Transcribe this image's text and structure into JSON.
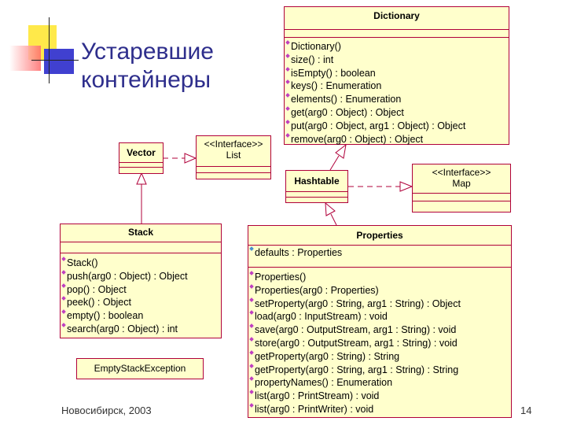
{
  "title": {
    "line1": "Устаревшие",
    "line2": "контейнеры"
  },
  "footer": {
    "city": "Новосибирск, 2003",
    "page": "14"
  },
  "classes": {
    "dictionary": {
      "name": "Dictionary",
      "ops": [
        "Dictionary()",
        "size() : int",
        "isEmpty() : boolean",
        "keys() : Enumeration",
        "elements() : Enumeration",
        "get(arg0 : Object) : Object",
        "put(arg0 : Object, arg1 : Object) : Object",
        "remove(arg0 : Object) : Object"
      ]
    },
    "vector": {
      "name": "Vector"
    },
    "list": {
      "stereotype": "<<Interface>>",
      "name": "List"
    },
    "hashtable": {
      "name": "Hashtable"
    },
    "map": {
      "stereotype": "<<Interface>>",
      "name": "Map"
    },
    "stack": {
      "name": "Stack",
      "ops": [
        "Stack()",
        "push(arg0 : Object) : Object",
        "pop() : Object",
        "peek() : Object",
        "empty() : boolean",
        "search(arg0 : Object) : int"
      ]
    },
    "properties": {
      "name": "Properties",
      "attrs": [
        "defaults : Properties"
      ],
      "ops": [
        "Properties()",
        "Properties(arg0 : Properties)",
        "setProperty(arg0 : String, arg1 : String) : Object",
        "load(arg0 : InputStream) : void",
        "save(arg0 : OutputStream, arg1 : String) : void",
        "store(arg0 : OutputStream, arg1 : String) : void",
        "getProperty(arg0 : String) : String",
        "getProperty(arg0 : String, arg1 : String) : String",
        "propertyNames() : Enumeration",
        "list(arg0 : PrintStream) : void",
        "list(arg0 : PrintWriter) : void"
      ]
    },
    "exception": {
      "name": "EmptyStackException"
    }
  }
}
